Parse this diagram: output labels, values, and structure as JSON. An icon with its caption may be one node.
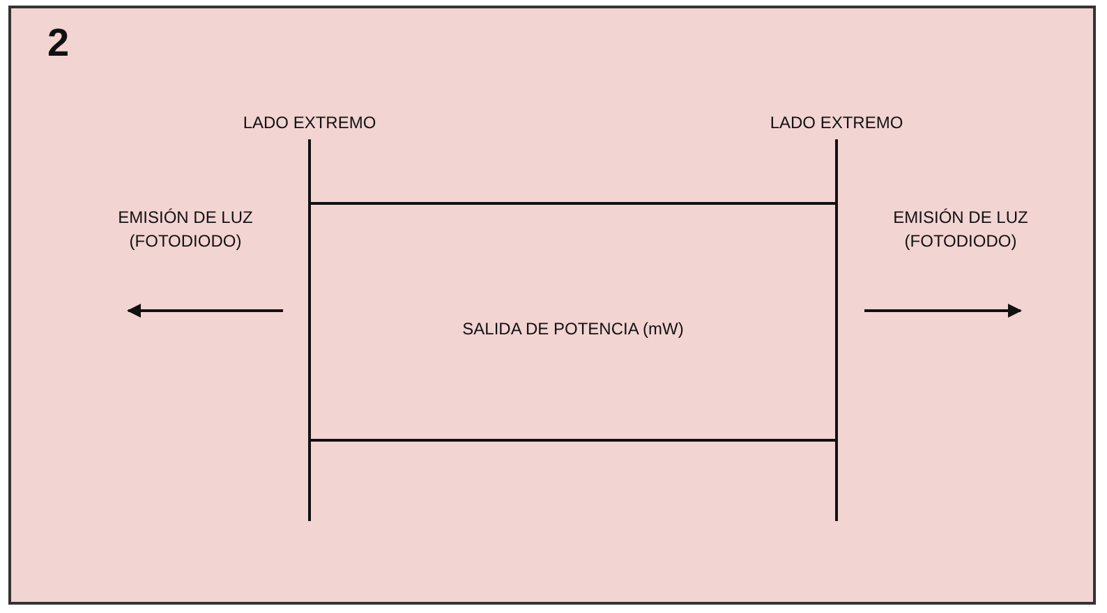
{
  "diagram": {
    "labels": [
      "2",
      "LADO EXTREMO",
      "LADO EXTREMO",
      "EMISIÓN DE LUZ (FOTODIODO)",
      "EMISIÓN DE LUZ (FOTODIODO)",
      "SALIDA DE POTENCIA (mW)"
    ]
  }
}
